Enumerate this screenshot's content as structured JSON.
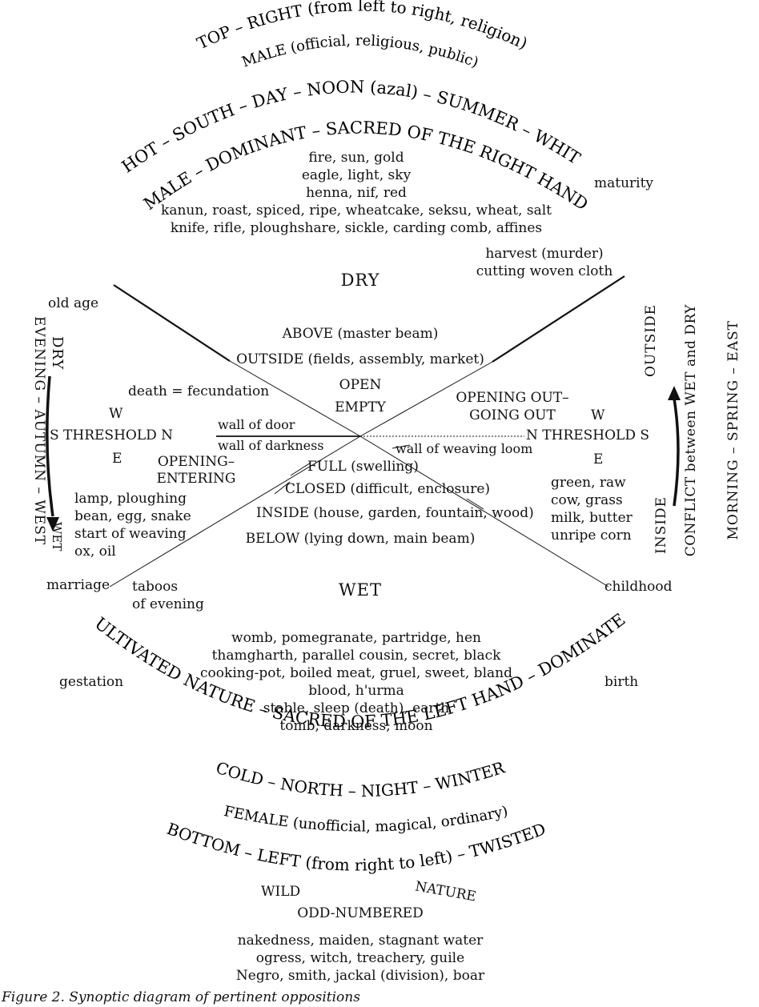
{
  "arcs_top": [
    "TOP – RIGHT (from left to right, religion)",
    "MALE (official, religious, public)",
    "HOT – SOUTH – DAY – NOON (azal) – SUMMER – WHITE",
    "MALE – DOMINANT – SACRED OF THE RIGHT HAND"
  ],
  "arcs_bottom": [
    "CULTIVATED NATURE – SACRED OF THE LEFT HAND – DOMINATED",
    "COLD – NORTH – NIGHT – WINTER",
    "FEMALE (unofficial, magical, ordinary)",
    "BOTTOM – LEFT (from right to left) – TWISTED"
  ],
  "side_left": {
    "outer": "EVENING – AUTUMN – WEST",
    "dry": "DRY",
    "wet": "WET"
  },
  "side_right": {
    "outer": "MORNING – SPRING – EAST",
    "conflict": "CONFLICT between WET and DRY",
    "inside": "INSIDE",
    "outside": "OUTSIDE"
  },
  "top_items": [
    "fire, sun, gold",
    "eagle, light, sky",
    "henna, nif, red",
    "kanun, roast, spiced, ripe, wheatcake, seksu, wheat, salt",
    "knife, rifle, ploughshare, sickle, carding comb, affines"
  ],
  "bottom_items": [
    "womb, pomegranate, partridge, hen",
    "thamgharth, parallel cousin, secret, black",
    "cooking-pot, boiled meat, gruel, sweet, bland",
    "blood, h'urma",
    "stable, sleep (death), earth",
    "tomb, darkness, moon"
  ],
  "wild_nature": {
    "wild": "WILD",
    "nature": "NATURE",
    "odd": "ODD-NUMBERED",
    "items": [
      "nakedness, maiden, stagnant water",
      "ogress, witch, treachery, guile",
      "Negro, smith, jackal (division), boar"
    ]
  },
  "center": {
    "dry": "DRY",
    "wet": "WET",
    "above": "ABOVE (master beam)",
    "outside": "OUTSIDE (fields, assembly, market)",
    "open": "OPEN",
    "empty": "EMPTY",
    "full": "FULL (swelling)",
    "closed": "CLOSED (difficult, enclosure)",
    "inside": "INSIDE (house, garden, fountain, wood)",
    "below": "BELOW (lying down, main beam)",
    "death": "death = fecundation",
    "wall_door": "wall of door",
    "wall_dark": "wall of darkness",
    "wall_loom": "wall of weaving loom",
    "opening_entering": [
      "OPENING–",
      "ENTERING"
    ],
    "opening_out": [
      "OPENING OUT–",
      "GOING OUT"
    ]
  },
  "threshold_left": {
    "w": "W",
    "main": "S THRESHOLD N",
    "e": "E"
  },
  "threshold_right": {
    "w": "W",
    "main": "N THRESHOLD S",
    "e": "E"
  },
  "left_items": [
    "lamp, ploughing",
    "bean, egg, snake",
    "start of weaving",
    "ox, oil"
  ],
  "right_items": [
    "green, raw",
    "cow, grass",
    "milk, butter",
    "unripe corn"
  ],
  "life_cycle": {
    "maturity": "maturity",
    "harvest": [
      "harvest (murder)",
      "cutting woven cloth"
    ],
    "old_age": "old age",
    "marriage": "marriage",
    "taboos": [
      "taboos",
      "of evening"
    ],
    "childhood": "childhood",
    "gestation": "gestation",
    "birth": "birth"
  },
  "caption": "Figure 2. Synoptic diagram of pertinent oppositions"
}
